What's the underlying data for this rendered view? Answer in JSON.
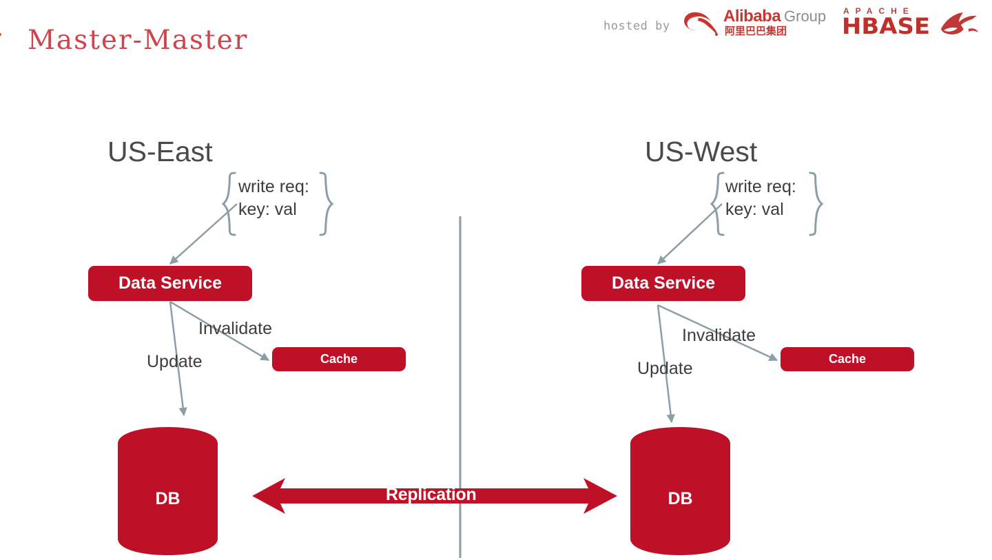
{
  "slide": {
    "title": "Master-Master",
    "title_color": "#d0434a",
    "background": "#ffffff",
    "accent_red": "#be1128",
    "connector_gray": "#8c9ea5",
    "text_gray": "#3d3d3d"
  },
  "header": {
    "hosted_by": "hosted by",
    "alibaba": {
      "wordmark": "Alibaba",
      "group_word": "Group",
      "chinese": "阿里巴巴集团",
      "mark_icon": "alibaba-a-mark-icon"
    },
    "hbase": {
      "apache_word": "APACHE",
      "wordmark": "HBASE",
      "mark_icon": "orca-whale-icon"
    }
  },
  "diagram": {
    "divider_label": "region-divider",
    "regions": [
      {
        "key": "east",
        "title": "US-East",
        "request_line1": "write req:",
        "request_line2": "key: val",
        "data_service": "Data Service",
        "cache": "Cache",
        "db": "DB",
        "edge_invalidate": "Invalidate",
        "edge_update": "Update"
      },
      {
        "key": "west",
        "title": "US-West",
        "request_line1": "write req:",
        "request_line2": "key: val",
        "data_service": "Data Service",
        "cache": "Cache",
        "db": "DB",
        "edge_invalidate": "Invalidate",
        "edge_update": "Update"
      }
    ],
    "replication_label": "Replication"
  }
}
